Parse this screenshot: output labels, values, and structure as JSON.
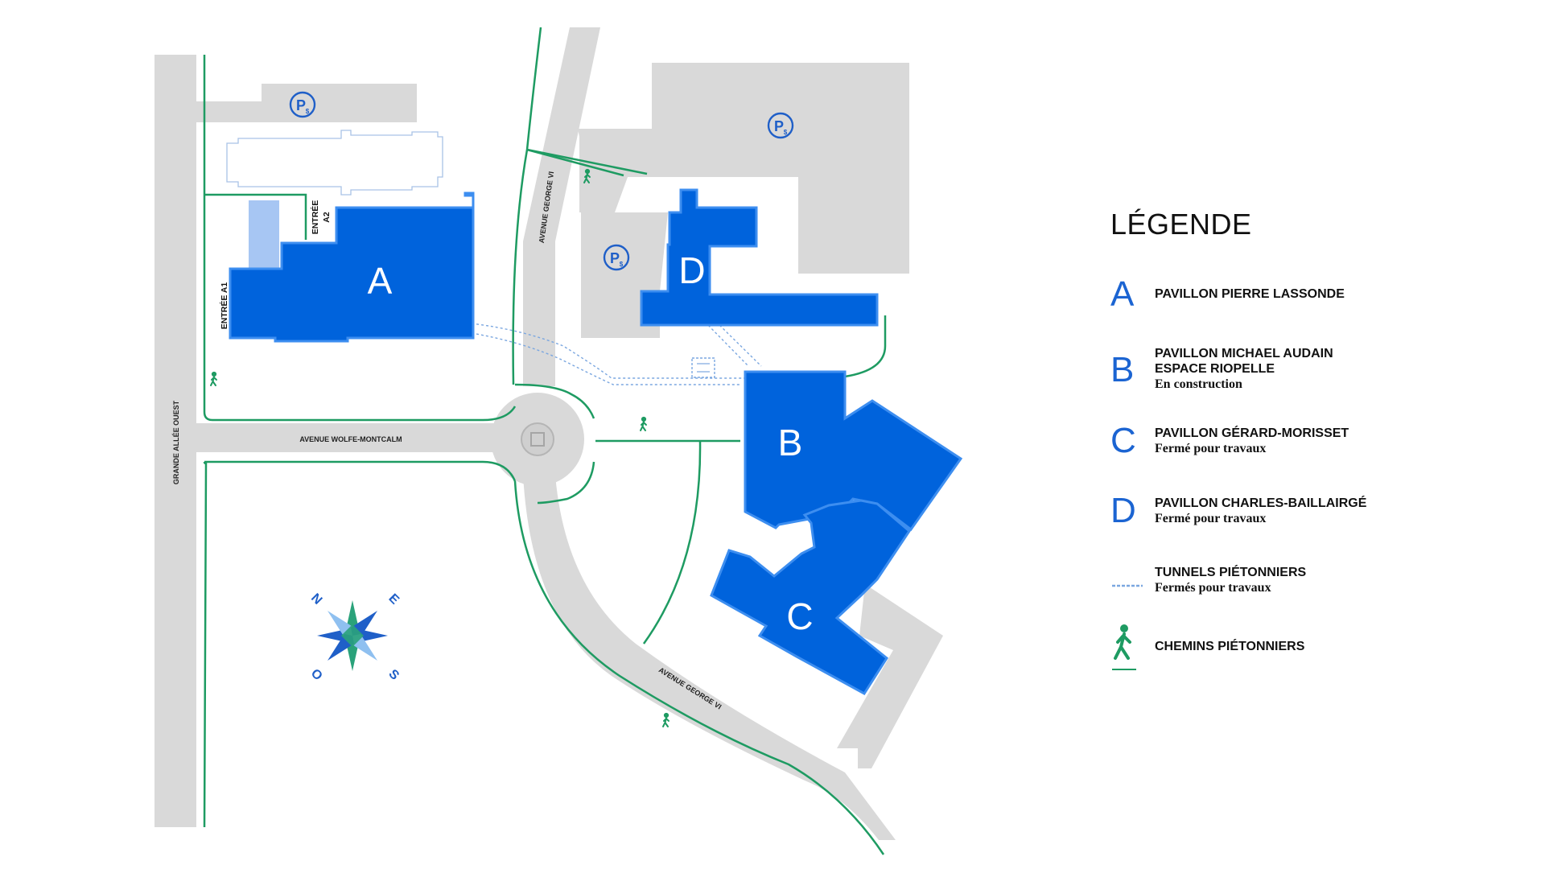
{
  "map": {
    "roads": {
      "grande_allee": "GRANDE ALLÉE OUEST",
      "wolfe_montcalm": "AVENUE WOLFE-MONTCALM",
      "george_vi_north": "AVENUE GEORGE VI",
      "george_vi_south": "AVENUE GEORGE VI"
    },
    "buildings": {
      "a": "A",
      "b": "B",
      "c": "C",
      "d": "D"
    },
    "entrances": {
      "a1": "ENTRÉE A1",
      "a2_line1": "ENTRÉE",
      "a2_line2": "A2"
    },
    "parking_symbol": "P",
    "parking_subscript": "$",
    "compass": {
      "n": "N",
      "e": "E",
      "s": "S",
      "o": "O"
    },
    "colors": {
      "building": "#0063dc",
      "road": "#d9d9d9",
      "pedestrian_path": "#1e9b62",
      "accent": "#1b64d2"
    }
  },
  "legend": {
    "title": "LÉGENDE",
    "items": [
      {
        "key": "A",
        "name": "PAVILLON PIERRE LASSONDE"
      },
      {
        "key": "B",
        "name_line1": "PAVILLON MICHAEL AUDAIN",
        "name_line2": "ESPACE RIOPELLE",
        "note": "En construction"
      },
      {
        "key": "C",
        "name": "PAVILLON GÉRARD-MORISSET",
        "note": "Fermé pour travaux"
      },
      {
        "key": "D",
        "name": "PAVILLON CHARLES-BAILLAIRGÉ",
        "note": "Fermé pour travaux"
      },
      {
        "key_icon": "tunnel-dashed-line-icon",
        "name": "TUNNELS PIÉTONNIERS",
        "note": "Fermés pour travaux"
      },
      {
        "key_icon": "pedestrian-walker-icon",
        "name": "CHEMINS PIÉTONNIERS"
      }
    ]
  }
}
